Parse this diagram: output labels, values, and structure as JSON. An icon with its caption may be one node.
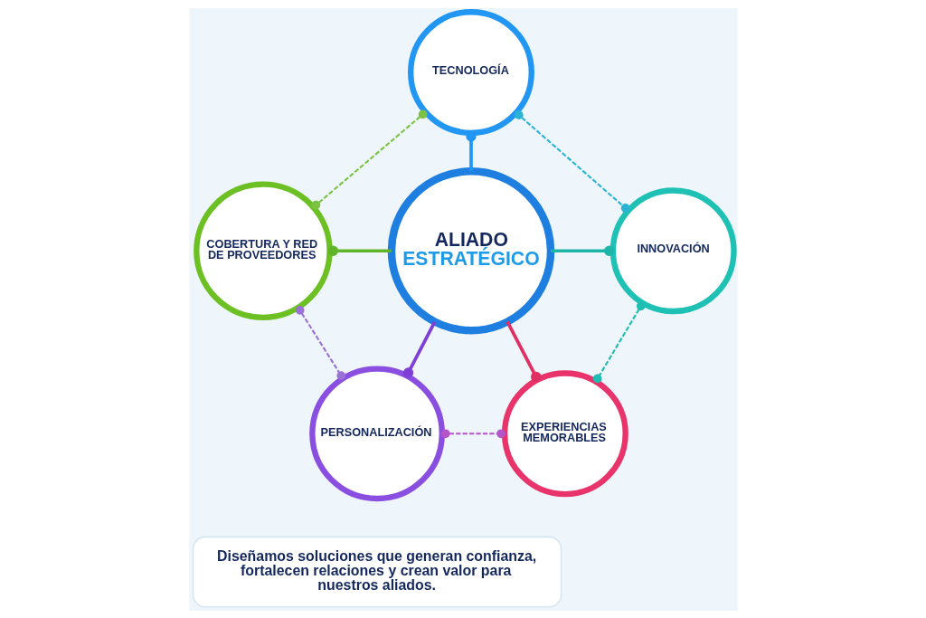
{
  "diagram": {
    "nodes": [
      {
        "text": [
          "TECNOLOGÍA"
        ]
      },
      {
        "text": [
          "COBERTURA Y RED DE PROVEEDORES"
        ]
      },
      {
        "text": [
          "ALIADO",
          "ESTRATÉGICO"
        ]
      },
      {
        "text": [
          "INNOVACIÓN"
        ]
      },
      {
        "text": [
          "PERSONALIZACIÓN"
        ]
      },
      {
        "text": [
          "EXPERIENCIAS MEMORABLES"
        ]
      },
      {
        "text": [
          "Diseñamos soluciones que generan confianza, fortalecen relaciones y crean valor para nuestros aliados."
        ]
      }
    ],
    "edges": [
      {
        "from": 0,
        "to": 2,
        "arrow": "other",
        "color": "#2196f3"
      },
      {
        "from": 1,
        "to": 2,
        "arrow": "other",
        "color": "#5fb52a"
      },
      {
        "from": 2,
        "to": 3,
        "arrow": "other",
        "color": "#1cb5a8"
      },
      {
        "from": 2,
        "to": 4,
        "arrow": "other",
        "color": "#7e3fd6"
      },
      {
        "from": 2,
        "to": 5,
        "arrow": "other",
        "color": "#e03063"
      },
      {
        "from": 0,
        "to": 3,
        "arrow": "other",
        "style": "dashed",
        "color": "#2bb3d6"
      },
      {
        "from": 3,
        "to": 5,
        "arrow": "other",
        "style": "dashed",
        "color": "#20bdb2"
      },
      {
        "from": 4,
        "to": 5,
        "arrow": "other",
        "style": "dashed",
        "color": "#b455c8"
      },
      {
        "from": 1,
        "to": 4,
        "arrow": "other",
        "style": "dashed",
        "color": "#9a72d6"
      },
      {
        "from": 0,
        "to": 1,
        "arrow": "other",
        "style": "dashed",
        "color": "#7cc243"
      }
    ]
  }
}
